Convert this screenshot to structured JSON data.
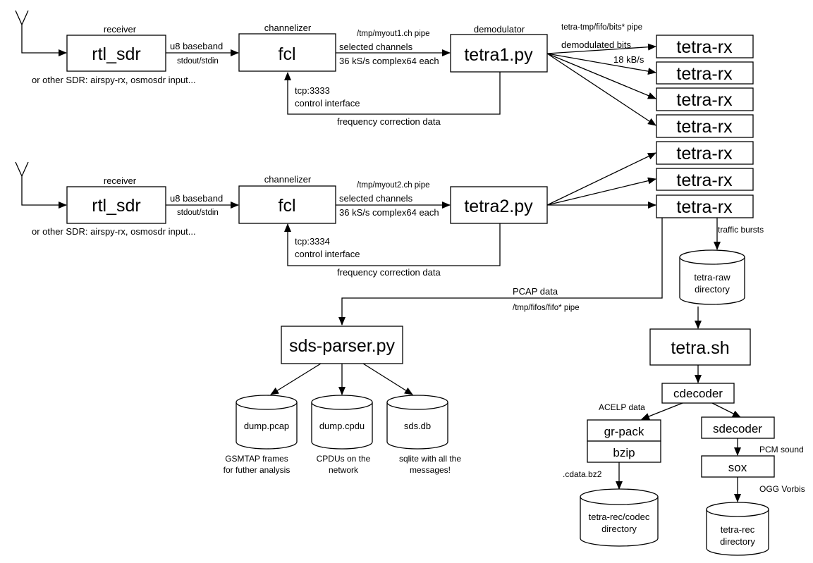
{
  "chain1": {
    "receiver_caption": "receiver",
    "receiver": "rtl_sdr",
    "baseband_label": "u8 baseband",
    "stdio_label": "stdout/stdin",
    "other_sdr": "or other SDR: airspy-rx, osmosdr input...",
    "channelizer_caption": "channelizer",
    "channelizer": "fcl",
    "pipe_label": "/tmp/myout1.ch pipe",
    "selected_label": "selected channels",
    "rate_label": "36 kS/s complex64 each",
    "demod_caption": "demodulator",
    "demod": "tetra1.py",
    "tcp_label": "tcp:3333",
    "control_label": "control interface",
    "freq_label": "frequency correction data",
    "fifo_label": "tetra-tmp/fifo/bits* pipe",
    "demod_bits_label": "demodulated bits",
    "rate18_label": "18 kB/s",
    "rx": [
      "tetra-rx",
      "tetra-rx",
      "tetra-rx",
      "tetra-rx"
    ]
  },
  "chain2": {
    "receiver_caption": "receiver",
    "receiver": "rtl_sdr",
    "baseband_label": "u8 baseband",
    "stdio_label": "stdout/stdin",
    "other_sdr": "or other SDR: airspy-rx, osmosdr input...",
    "channelizer_caption": "channelizer",
    "channelizer": "fcl",
    "pipe_label": "/tmp/myout2.ch pipe",
    "selected_label": "selected channels",
    "rate_label": "36 kS/s complex64 each",
    "demod": "tetra2.py",
    "tcp_label": "tcp:3334",
    "control_label": "control interface",
    "freq_label": "frequency correction data",
    "rx": [
      "tetra-rx",
      "tetra-rx",
      "tetra-rx"
    ]
  },
  "traffic_label": "traffic bursts",
  "tetra_raw": [
    "tetra-raw",
    "directory"
  ],
  "tetra_sh": "tetra.sh",
  "cdecoder": "cdecoder",
  "acelp_label": "ACELP data",
  "gr_pack": "gr-pack",
  "bzip": "bzip",
  "cdata_label": ".cdata.bz2",
  "tetra_rec_codec": [
    "tetra-rec/codec",
    "directory"
  ],
  "sdecoder": "sdecoder",
  "pcm_label": "PCM sound",
  "sox": "sox",
  "ogg_label": "OGG Vorbis",
  "tetra_rec": [
    "tetra-rec",
    "directory"
  ],
  "pcap_label": "PCAP data",
  "fifo_pipe_label": "/tmp/fifos/fifo* pipe",
  "sds_parser": "sds-parser.py",
  "dbs": [
    {
      "name": "dump.pcap",
      "desc": [
        "GSMTAP frames",
        "for futher analysis"
      ]
    },
    {
      "name": "dump.cpdu",
      "desc": [
        "CPDUs on the",
        "network"
      ]
    },
    {
      "name": "sds.db",
      "desc": [
        "sqlite with all the",
        "messages!"
      ]
    }
  ]
}
